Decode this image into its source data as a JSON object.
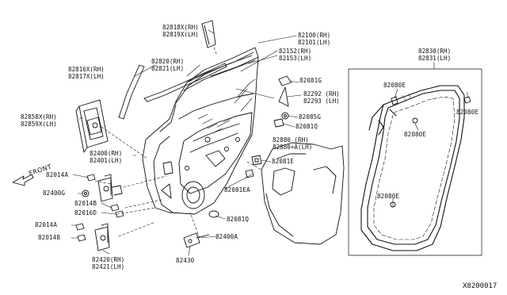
{
  "diagram_id": "X8200017",
  "front_label": "FRONT",
  "callouts": {
    "c82818": [
      "82818X(RH)",
      "82819X(LH)"
    ],
    "c82100": [
      "82100(RH)",
      "82101(LH)"
    ],
    "c82152": [
      "82152(RH)",
      "82153(LH)"
    ],
    "c82820": [
      "82820(RH)",
      "82821(LH)"
    ],
    "c82816": [
      "82816X(RH)",
      "82817X(LH)"
    ],
    "c82081g": [
      "82081G"
    ],
    "c82292": [
      "82292 (RH)",
      "82293 (LH)"
    ],
    "c82085g": [
      "82085G"
    ],
    "c82081q_a": [
      "82081Q"
    ],
    "c82858": [
      "82858X(RH)",
      "82859X(LH)"
    ],
    "c82880": [
      "82880   (RH)",
      "82880+A(LH)"
    ],
    "c82081e": [
      "82081E"
    ],
    "c82400": [
      "82400(RH)",
      "82401(LH)"
    ],
    "c82014a_a": [
      "82014A"
    ],
    "c82081ea": [
      "82081EA"
    ],
    "c82400g": [
      "82400G"
    ],
    "c82014b_a": [
      "82014B"
    ],
    "c82016d": [
      "82016D"
    ],
    "c82081q_b": [
      "82081Q"
    ],
    "c82014a_b": [
      "82014A"
    ],
    "c82400a": [
      "82400A"
    ],
    "c82014b_b": [
      "82014B"
    ],
    "c82420": [
      "82420(RH)",
      "82421(LH)"
    ],
    "c82430": [
      "82430"
    ],
    "c82830": [
      "82830(RH)",
      "82831(LH)"
    ],
    "c82080e_a": [
      "82080E"
    ],
    "c82080e_b": [
      "82080E"
    ],
    "c82080e_c": [
      "82080E"
    ],
    "c82080e_d": [
      "82080E"
    ]
  }
}
